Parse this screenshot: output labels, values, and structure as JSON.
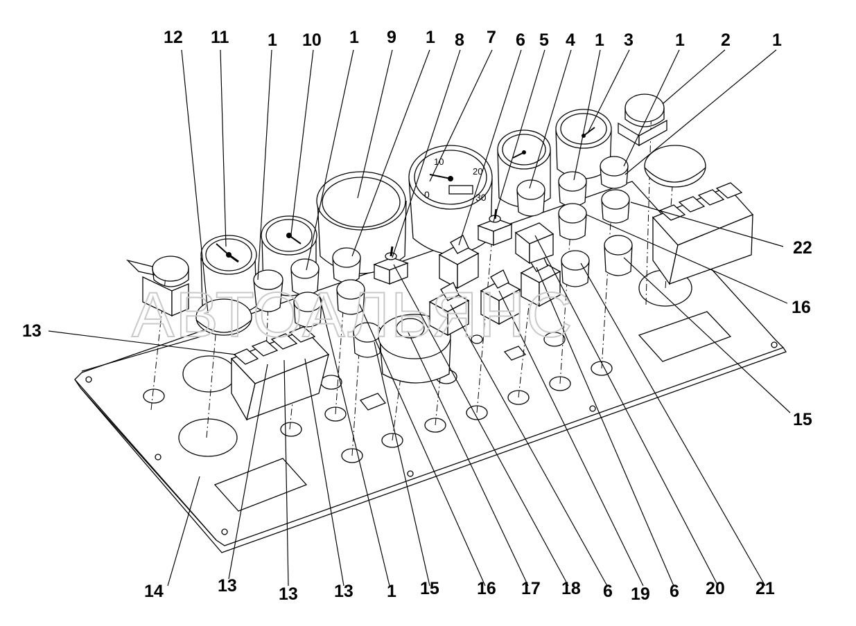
{
  "diagram": {
    "watermark": "АВТОАЛЬЯНС",
    "callouts_top": [
      "12",
      "11",
      "1",
      "10",
      "1",
      "9",
      "1",
      "8",
      "7",
      "6",
      "5",
      "4",
      "1",
      "3",
      "1",
      "2",
      "1"
    ],
    "callouts_bottom": [
      "14",
      "13",
      "13",
      "13",
      "1",
      "15",
      "16",
      "17",
      "18",
      "6",
      "19",
      "6",
      "20",
      "21"
    ],
    "callouts_left": [
      "13"
    ],
    "callouts_right": [
      "22",
      "16",
      "15"
    ],
    "gauge_small_numbers": [
      "10",
      "20",
      "30",
      "0"
    ]
  }
}
